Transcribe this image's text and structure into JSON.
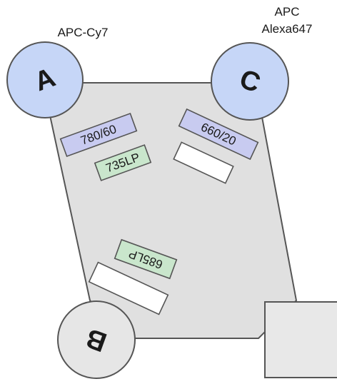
{
  "channels": [
    {
      "id": "A",
      "letter": "A",
      "fluor_lines": [
        "APC-Cy7"
      ],
      "fill": "#c6d6f7"
    },
    {
      "id": "C",
      "letter": "C",
      "fluor_lines": [
        "APC",
        "Alexa647"
      ],
      "fill": "#c6d6f7"
    },
    {
      "id": "B",
      "letter": "B",
      "fluor_lines": [],
      "fill": "#e6e6e6"
    }
  ],
  "filters": {
    "bandpass_A": "780/60",
    "longpass_A": "735LP",
    "bandpass_C": "660/20",
    "longpass_B": "685LP",
    "bandpass_B": "",
    "extra_C": ""
  },
  "colors": {
    "body_fill": "#e0e0e0",
    "outline": "#555555",
    "bandpass_fill": "#c8cbf0",
    "longpass_fill": "#c9e6cc",
    "empty_filter_fill": "#ffffff",
    "port_fill": "#e8e8e8"
  }
}
